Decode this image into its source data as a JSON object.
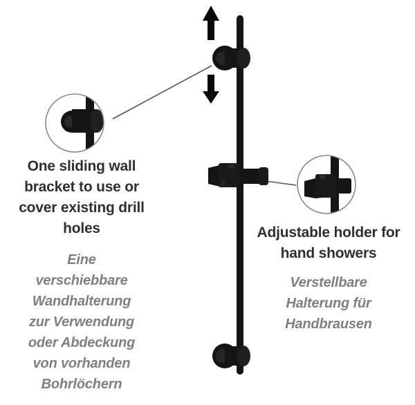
{
  "left_callout": {
    "english": [
      "One sliding wall",
      "bracket to use or",
      "cover existing drill",
      "holes"
    ],
    "german": [
      "Eine",
      "verschiebbare",
      "Wandhalterung",
      "zur Verwendung",
      "oder Abdeckung",
      "von vorhanden",
      "Bohrlöchern"
    ]
  },
  "right_callout": {
    "english": [
      "Adjustable holder for",
      "hand showers"
    ],
    "german": [
      "Verstellbare",
      "Halterung für",
      "Handbrausen"
    ]
  },
  "colors": {
    "product": "#141414",
    "english_text": "#2f2f2f",
    "german_text": "#7f7f7f",
    "leader_line": "#555555",
    "detail_circle_border": "#888888"
  },
  "icons": [
    "arrow-up-icon",
    "arrow-down-icon"
  ]
}
